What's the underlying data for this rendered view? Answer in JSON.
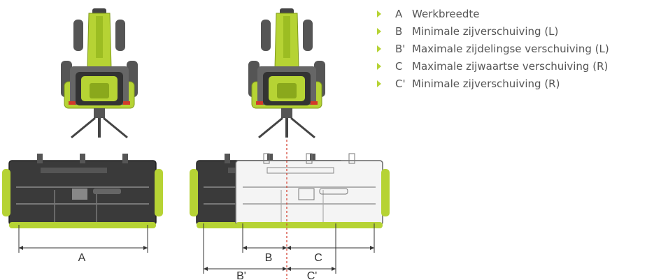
{
  "legend": [
    {
      "key": "A",
      "text": "Werkbreedte"
    },
    {
      "key": "B",
      "text": "Minimale zijverschuiving (L)"
    },
    {
      "key": "B'",
      "text": "Maximale zijdelingse verschuiving (L)"
    },
    {
      "key": "C",
      "text": "Maximale zijwaartse verschuiving (R)"
    },
    {
      "key": "C'",
      "text": "Minimale zijverschuiving (R)"
    }
  ],
  "dimension_labels": {
    "a": "A",
    "b": "B",
    "b_prime": "B'",
    "c": "C",
    "c_prime": "C'"
  },
  "colors": {
    "tractor_green": "#b6d334",
    "mower_dark": "#3a3a3a",
    "dimension_line": "#333333",
    "center_line": "#d23a2a"
  }
}
